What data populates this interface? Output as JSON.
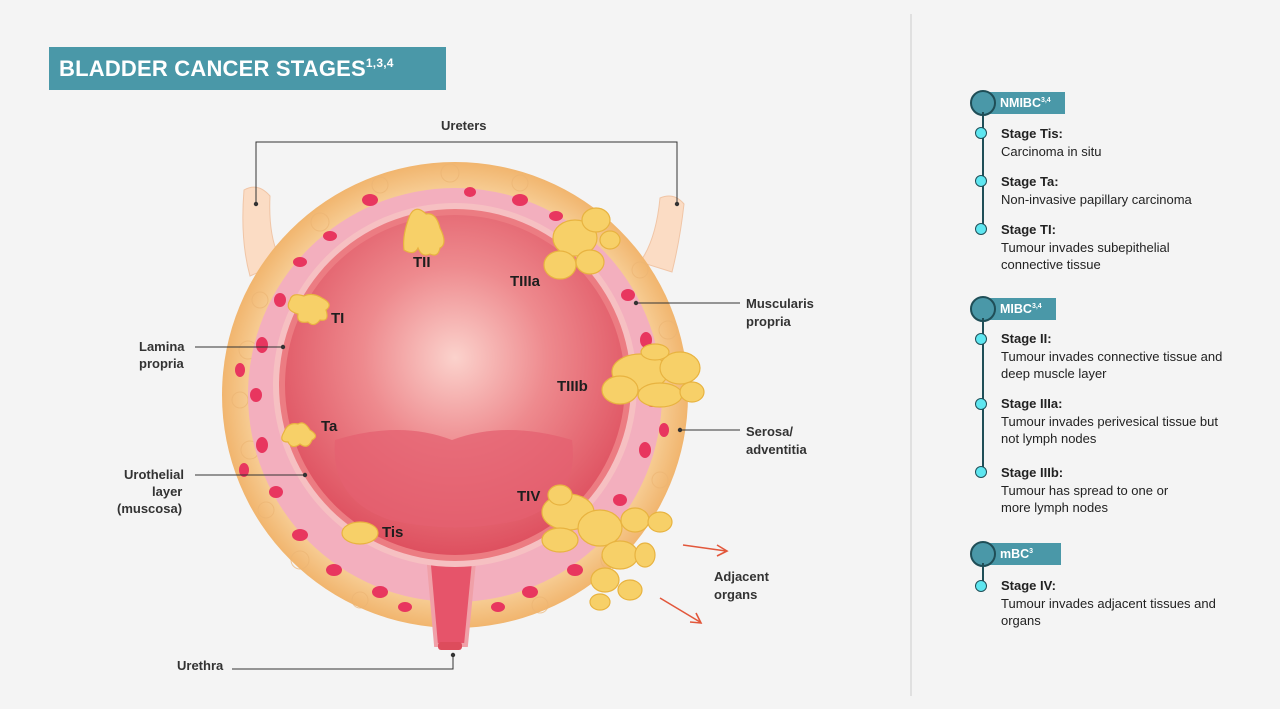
{
  "title": {
    "text": "BLADDER CANCER STAGES",
    "sup": "1,3,4"
  },
  "labels": {
    "ureters": "Ureters",
    "lamina_1": "Lamina",
    "lamina_2": "propria",
    "urothelial_1": "Urothelial",
    "urothelial_2": "layer",
    "urothelial_3": "(muscosa)",
    "urethra": "Urethra",
    "muscularis_1": "Muscularis",
    "muscularis_2": "propria",
    "serosa_1": "Serosa/",
    "serosa_2": "adventitia",
    "adjacent_1": "Adjacent",
    "adjacent_2": "organs"
  },
  "stage_labels": {
    "tii": "TII",
    "tiiia": "TIIIa",
    "ti": "TI",
    "tiiib": "TIIIb",
    "ta": "Ta",
    "tiv": "TIV",
    "tis": "Tis"
  },
  "groups": [
    {
      "name": "NMIBC",
      "sup": "3,4",
      "items": [
        {
          "stage": "Stage Tis:",
          "desc": "Carcinoma in situ"
        },
        {
          "stage": "Stage Ta:",
          "desc": "Non-invasive papillary carcinoma"
        },
        {
          "stage": "Stage TI:",
          "desc": "Tumour invades subepithelial connective tissue"
        }
      ]
    },
    {
      "name": "MIBC",
      "sup": "3,4",
      "items": [
        {
          "stage": "Stage II:",
          "desc": "Tumour invades connective tissue and deep muscle layer"
        },
        {
          "stage": "Stage IIIa:",
          "desc": "Tumour invades perivesical tissue but not lymph nodes"
        },
        {
          "stage": "Stage IIIb:",
          "desc": "Tumour has spread to one or more lymph nodes"
        }
      ]
    },
    {
      "name": "mBC",
      "sup": "3",
      "items": [
        {
          "stage": "Stage IV:",
          "desc": "Tumour invades adjacent tissues and organs"
        }
      ]
    }
  ],
  "colors": {
    "accent": "#4a98a8",
    "dot": "#5ee6f0",
    "outer_fat": "#f6c88a",
    "muscle": "#f2a7b8",
    "cavity": "#e0515f",
    "tumour": "#f7d068"
  }
}
